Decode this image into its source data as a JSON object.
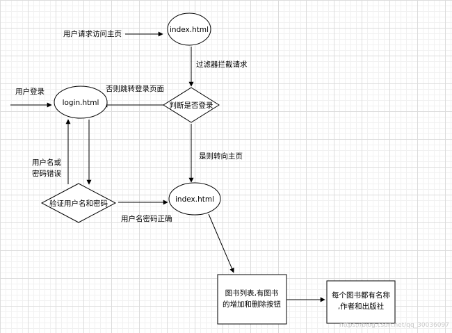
{
  "nodes": {
    "index_top": "index.html",
    "login": "login.html",
    "judge": "判断是否登录",
    "verify": "验证用户名和密码",
    "index_main": "index.html",
    "book_list_line1": "图书列表,有图书",
    "book_list_line2": "的增加和删除按钮",
    "book_info_line1": "每个图书都有名称",
    "book_info_line2": ",作者和出版社"
  },
  "labels": {
    "user_request": "用户请求访问主页",
    "filter": "过滤器拦截请求",
    "user_login": "用户登录",
    "else_redirect": "否则跳转登录页面",
    "if_yes_line1": "是则转向主页",
    "wrong_line1": "用户名或",
    "wrong_line2": "密码错误",
    "correct": "用户名密码正确"
  },
  "watermark": "https://blog.csdn.net/qq_30036097"
}
